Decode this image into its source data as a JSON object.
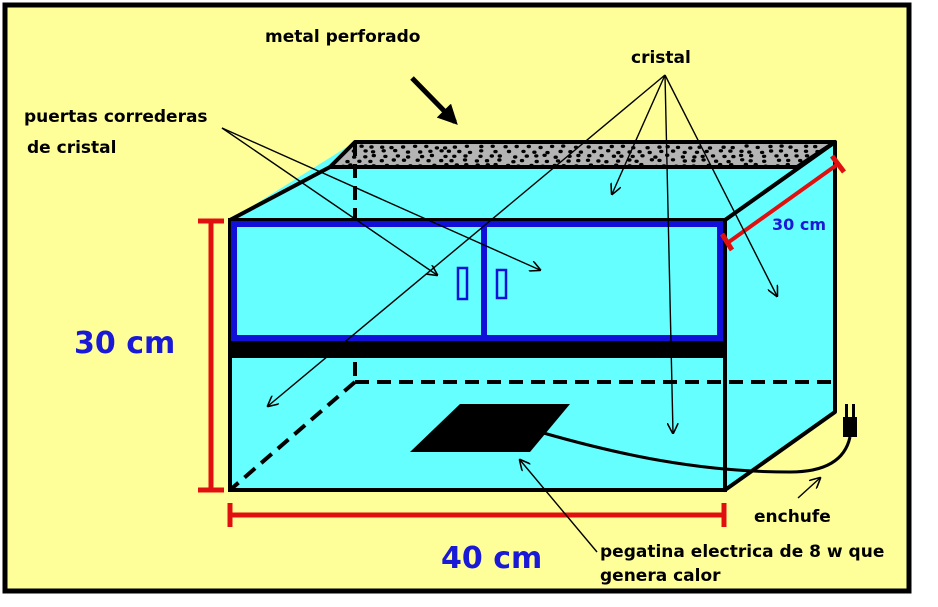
{
  "labels": {
    "metal": "metal perforado",
    "glass": "cristal",
    "doors_line1": "puertas correderas",
    "doors_line2": "de cristal",
    "height": "30 cm",
    "depth": "30 cm",
    "width": "40 cm",
    "plug": "enchufe",
    "heater_line1": "pegatina electrica de 8 w que",
    "heater_line2": "genera calor"
  },
  "colors": {
    "background": "#ffff99",
    "border": "#000000",
    "glass": "#66ffff",
    "mesh": "#b4b4b4",
    "door_frame": "#1010d8",
    "dimension_lines": "#e01010",
    "dimension_text": "#1a1ad6",
    "heater": "#000000"
  }
}
